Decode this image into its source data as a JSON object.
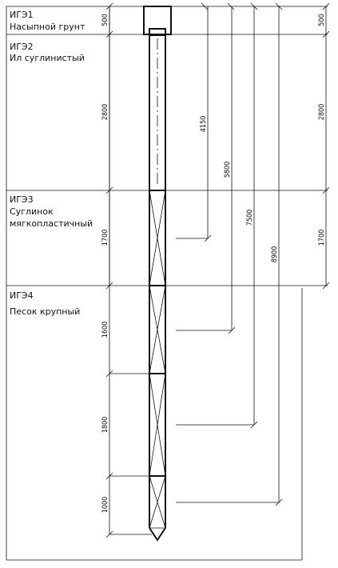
{
  "layers": [
    {
      "id": "ИГЭ1",
      "name": "Насыпной грунт",
      "thickness": "500"
    },
    {
      "id": "ИГЭ2",
      "name": "Ил суглинистый",
      "thickness": "2800"
    },
    {
      "id": "ИГЭ3",
      "name": "Суглинок мягкопластичный",
      "thickness": "1700"
    },
    {
      "id": "ИГЭ4",
      "name": "Песок крупный",
      "thickness": ""
    }
  ],
  "pile_segments": [
    "1600",
    "1800",
    "1000"
  ],
  "depth_marks": [
    "4150",
    "5800",
    "7500",
    "8900"
  ],
  "right_dims": [
    "500",
    "2800",
    "1700"
  ],
  "left_dims": [
    "500",
    "2800",
    "1700"
  ]
}
